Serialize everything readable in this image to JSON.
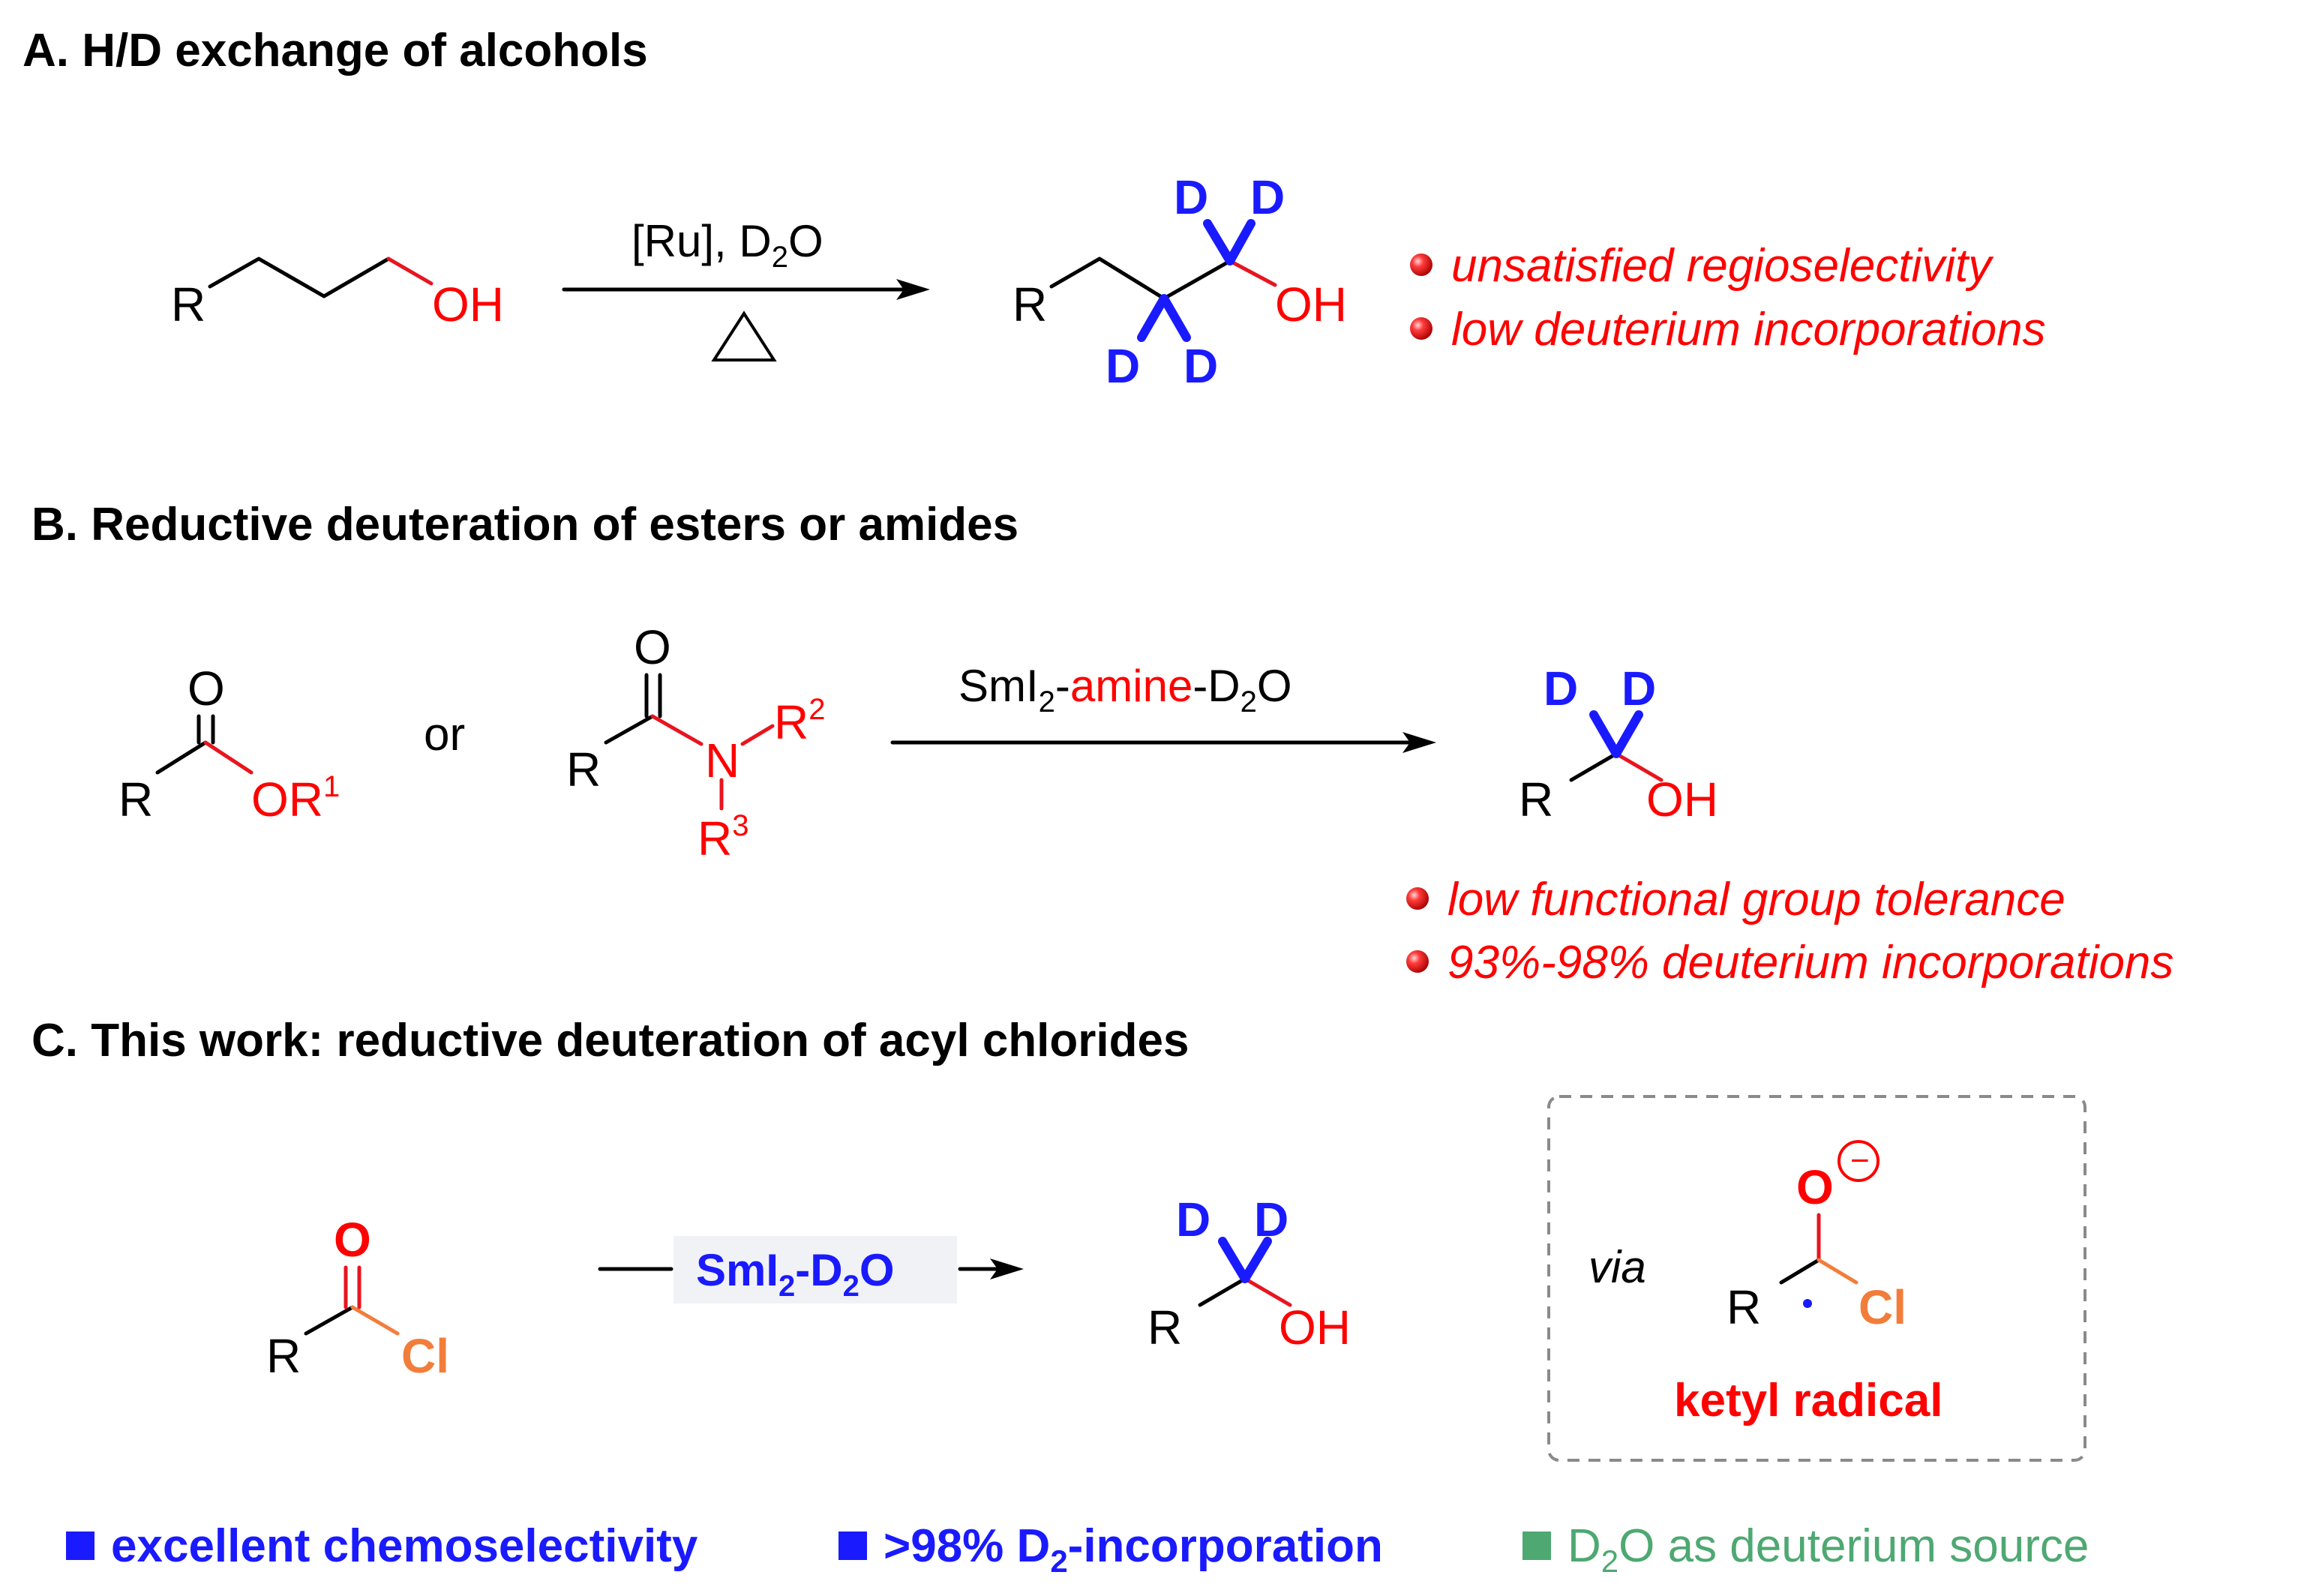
{
  "sections": {
    "a": {
      "title": "A. H/D exchange of alcohols",
      "reagent_label": "[Ru], D",
      "reagent_sub": "2",
      "reagent_end": "O",
      "heat_symbol": "△",
      "notes": [
        "unsatisfied regioselectivity",
        "low deuterium incorporations"
      ]
    },
    "b": {
      "title": "B. Reductive deuteration of esters or amides",
      "or_text": "or",
      "reagent": {
        "part1": "SmI",
        "sub1": "2",
        "dash1": "-",
        "amine": "amine",
        "dash2": "-D",
        "sub2": "2",
        "end": "O"
      },
      "notes": [
        "low functional group tolerance",
        "93%-98% deuterium incorporations"
      ]
    },
    "c": {
      "title": "C. This work: reductive deuteration of acyl chlorides",
      "reagent": {
        "part1": "SmI",
        "sub1": "2",
        "mid": "-D",
        "sub2": "2",
        "end": "O"
      },
      "via": "via",
      "intermediate_label": "ketyl radical",
      "minus_sign": "−"
    }
  },
  "atoms": {
    "R": "R",
    "OH": "OH",
    "O": "O",
    "D": "D",
    "N": "N",
    "Cl": "Cl",
    "OR1": "OR",
    "sup1": "1",
    "R2": "R",
    "sup2": "2",
    "R3": "R",
    "sup3": "3"
  },
  "footer": {
    "item1": "excellent chemoselectivity",
    "item2_a": ">98% D",
    "item2_sub": "2",
    "item2_b": "-incorporation",
    "item3_a": "D",
    "item3_sub": "2",
    "item3_b": "O as deuterium source"
  },
  "colors": {
    "red": "#ff0000",
    "blue": "#1a1aff",
    "orange": "#f27d3b",
    "green": "#4ea872",
    "reagent_box": "#f1f2f5",
    "dashed_box": "#8a8a8a"
  }
}
